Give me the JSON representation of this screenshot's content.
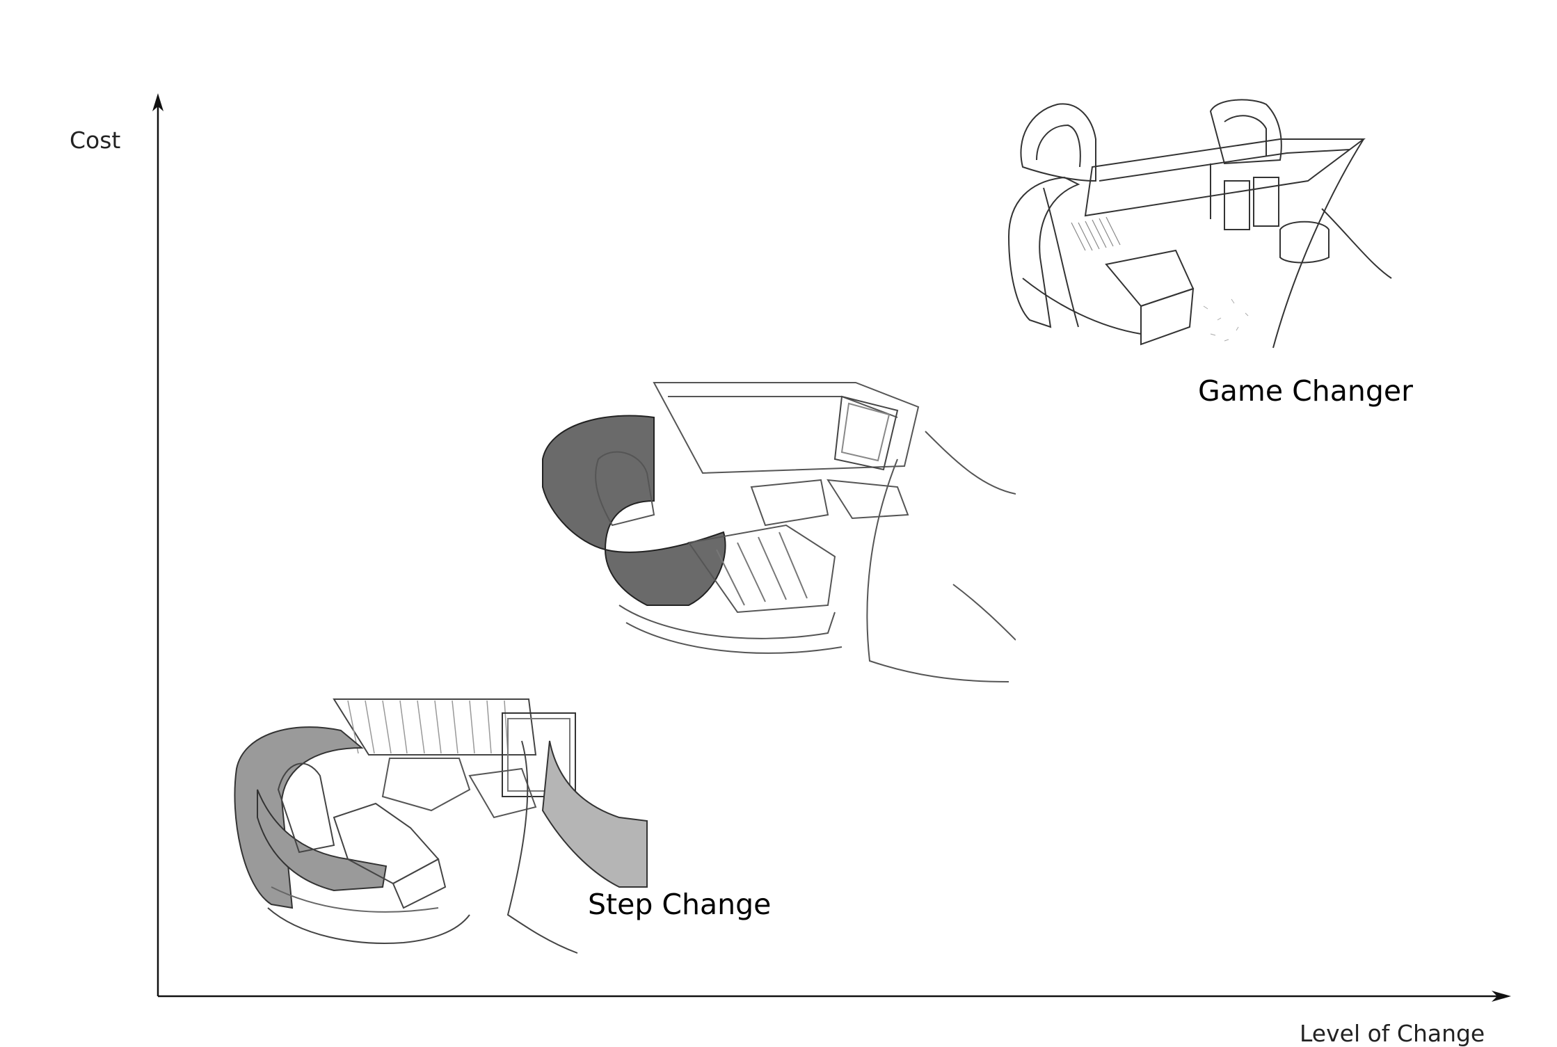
{
  "axes": {
    "y_label": "Cost",
    "x_label": "Level of Change"
  },
  "tiers": [
    {
      "label": "Step Change",
      "illustration": "seat-sketch-step-change"
    },
    {
      "label": "",
      "illustration": "seat-sketch-intermediate"
    },
    {
      "label": "Game Changer",
      "illustration": "seat-sketch-game-changer"
    }
  ],
  "colors": {
    "line": "#111111",
    "sketch_stroke": "#444444",
    "shell_grey": "#9a9a9a",
    "shell_dark": "#5a5a5a"
  }
}
